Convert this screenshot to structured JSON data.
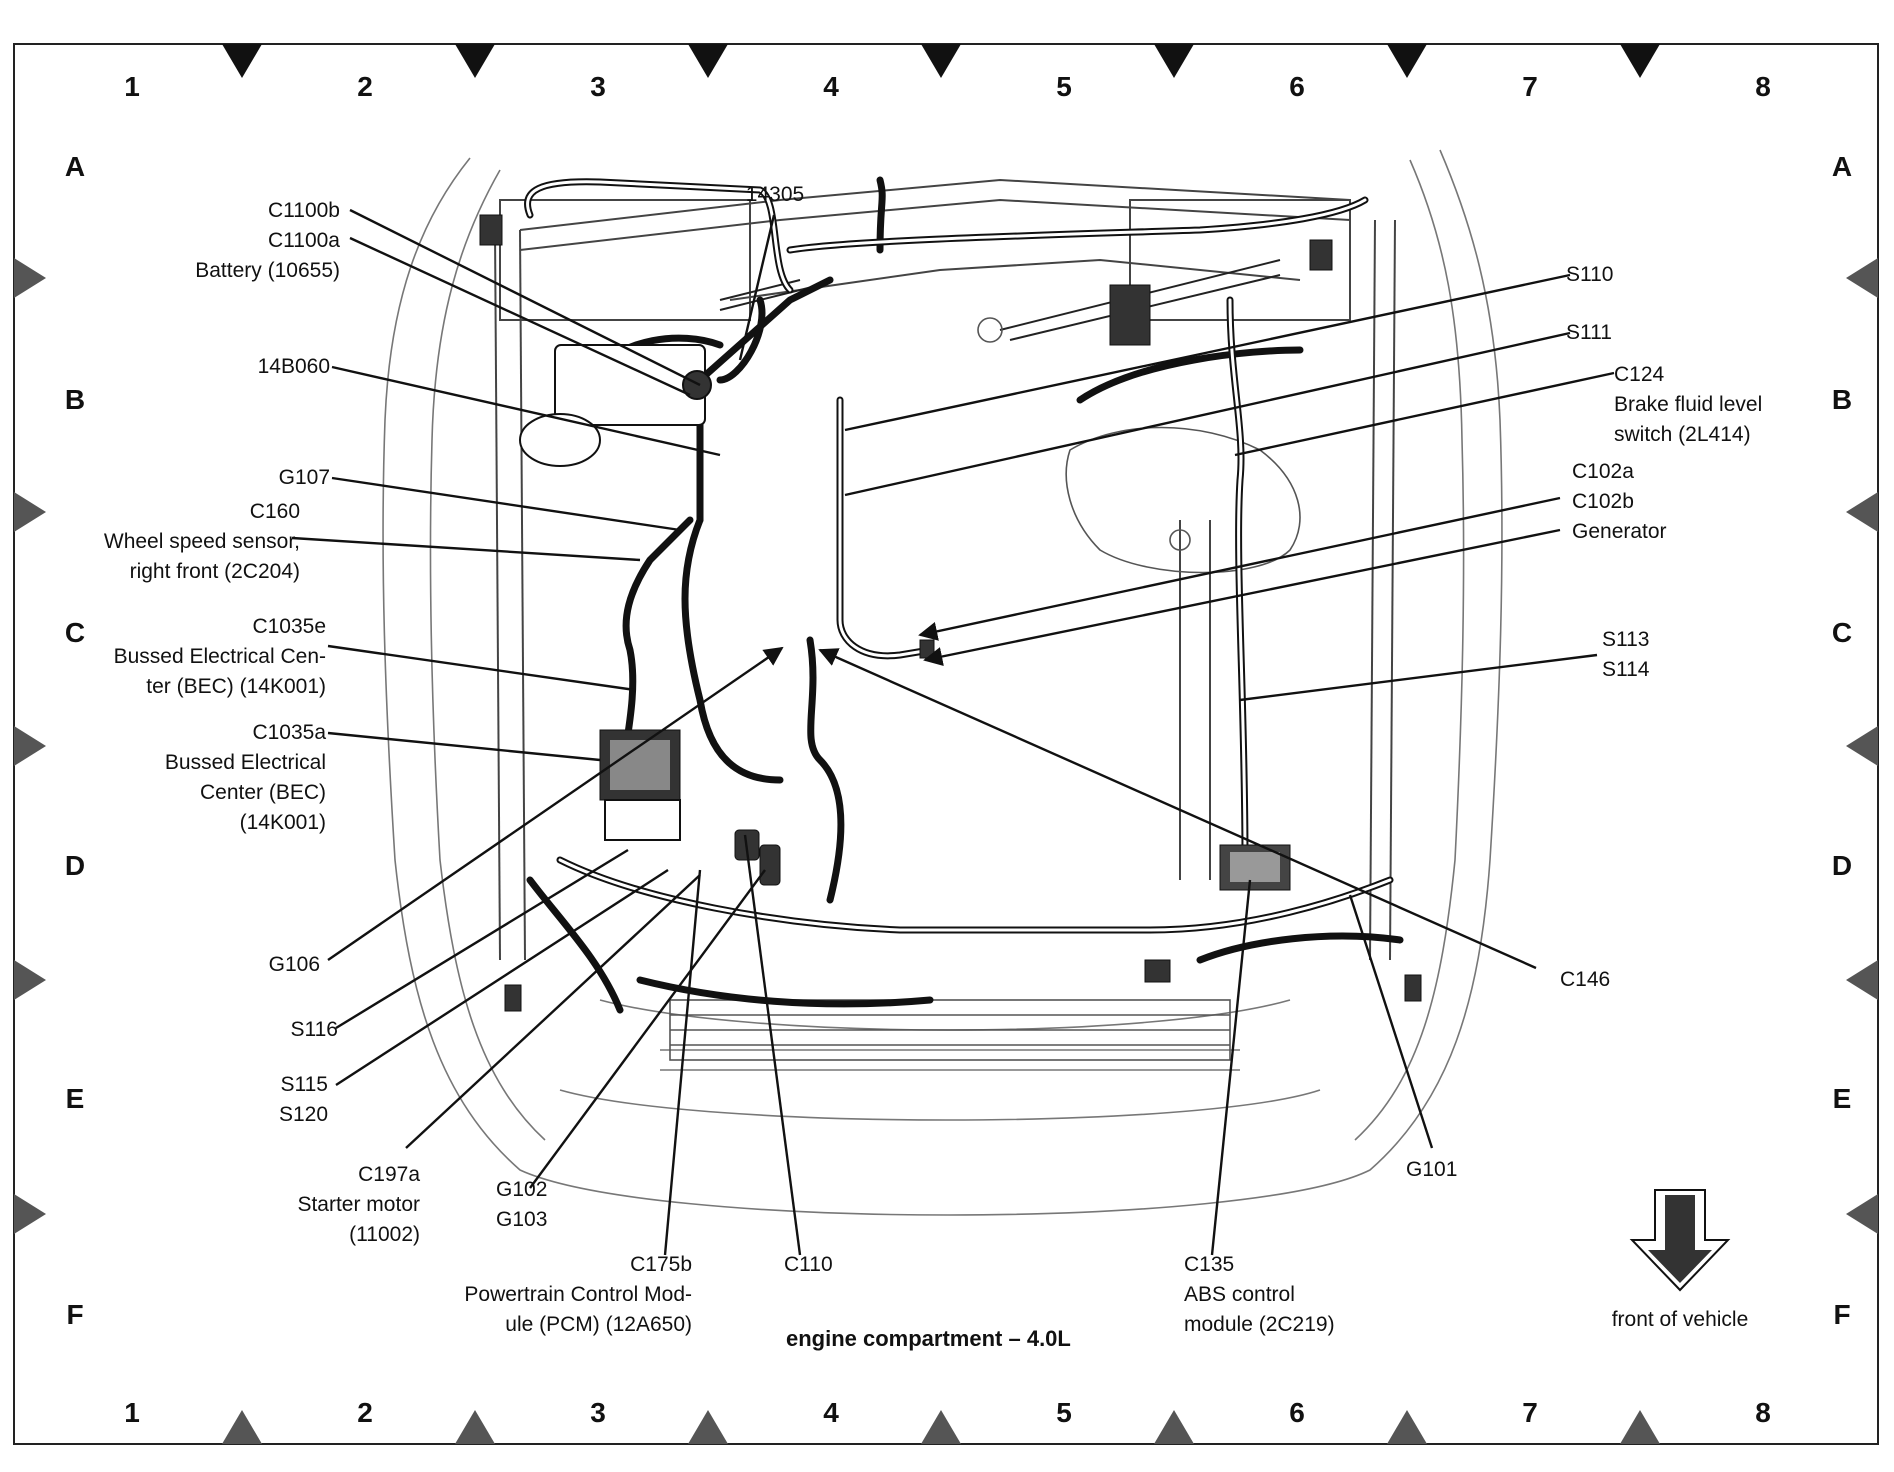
{
  "grid": {
    "columns": [
      "1",
      "2",
      "3",
      "4",
      "5",
      "6",
      "7",
      "8"
    ],
    "rows": [
      "A",
      "B",
      "C",
      "D",
      "E",
      "F"
    ]
  },
  "title": "engine compartment – 4.0L",
  "direction_label": "front of vehicle",
  "labels": {
    "c1100": [
      "C1100b",
      "C1100a",
      "Battery (10655)"
    ],
    "c14305": [
      "14305"
    ],
    "c14b060": [
      "14B060"
    ],
    "g107": [
      "G107"
    ],
    "c160": [
      "C160",
      "Wheel speed sensor,",
      "right front (2C204)"
    ],
    "c1035e": [
      "C1035e",
      "Bussed Electrical Cen-",
      "ter (BEC) (14K001)"
    ],
    "c1035a": [
      "C1035a",
      "Bussed Electrical",
      "Center (BEC)",
      "(14K001)"
    ],
    "g106": [
      "G106"
    ],
    "s116": [
      "S116"
    ],
    "s115": [
      "S115",
      "S120"
    ],
    "c197a": [
      "C197a",
      "Starter motor",
      "(11002)"
    ],
    "g102": [
      "G102",
      "G103"
    ],
    "c175b": [
      "C175b",
      "Powertrain Control Mod-",
      "ule (PCM) (12A650)"
    ],
    "c110": [
      "C110"
    ],
    "c135": [
      "C135",
      "ABS control",
      "module (2C219)"
    ],
    "g101": [
      "G101"
    ],
    "c146": [
      "C146"
    ],
    "s113": [
      "S113",
      "S114"
    ],
    "c102": [
      "C102a",
      "C102b",
      "Generator"
    ],
    "c124": [
      "C124",
      "Brake fluid level",
      "switch (2L414)"
    ],
    "s111": [
      "S111"
    ],
    "s110": [
      "S110"
    ]
  }
}
